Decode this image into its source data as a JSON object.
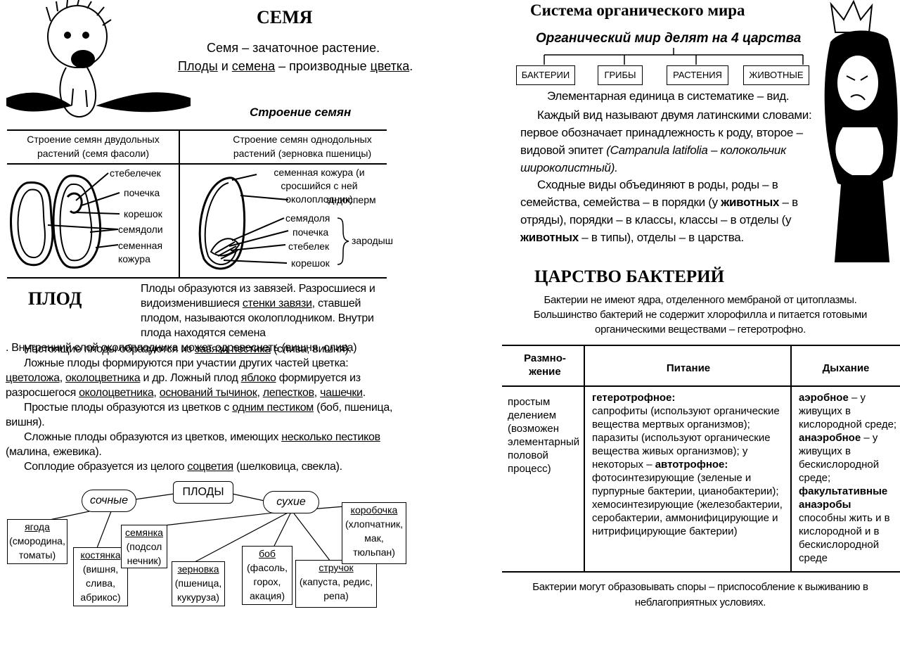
{
  "left": {
    "title": "СЕМЯ",
    "intro1": "Семя – зачаточное растение.",
    "intro2": {
      "fruits": "Плоды",
      "and": " и ",
      "seeds": "семена",
      "middle": " – производные ",
      "flower": "цветка",
      "end": "."
    },
    "structure_heading": "Строение семян",
    "col1_head": "Строение семян двудольных растений (семя фасоли)",
    "col2_head": "Строение семян однодольных растений (зерновка пшеницы)",
    "bean_labels": [
      "стебелечек",
      "почечка",
      "корешок",
      "семядоли",
      "семенная кожура"
    ],
    "wheat_labels": [
      "семенная кожура (и сросшийся с ней околоплодник)",
      "эндосперм",
      "семядоля",
      "почечка",
      "стебелек",
      "корешок"
    ],
    "embryo_label": "зародыш",
    "fruit_title": "ПЛОД",
    "p1": {
      "a": "Плоды ",
      "b": "образуются из",
      "c": "завязей",
      "d": ". Разросшиеся и видоизменившиеся ",
      "e": "стенки завязи",
      "f": ", ставшей плодом, называются ",
      "g": "околоплодником",
      "h": ". Внутри плода находятся семена",
      "i": ". Внутренний слой околоплодника может одревеснеть (вишня, слива)"
    },
    "p2": {
      "a": "Настоящие плоды ",
      "b": "образуются из ",
      "c": "завязи пестика",
      "d": " (слива, вишня)."
    },
    "p3": {
      "a": "Ложные плоды ",
      "b": "формируются при участии других частей цветка: ",
      "c": "цветоложа",
      "d": ", ",
      "e": "околоцветника",
      "f": " и др. Ложный плод ",
      "g": "яблоко",
      "h": " формируется из разросшегося ",
      "i": "околоцветника",
      "j": ", ",
      "k": "оснований тычинок",
      "l": ", ",
      "m": "лепестков",
      "n": ", ",
      "o": "чашечки",
      "p": "."
    },
    "p4": {
      "a": "Простые плоды ",
      "b": "образуются из цветков с ",
      "c": "одним пестиком",
      "d": " (боб, пшеница, вишня)."
    },
    "p5": {
      "a": "Сложные плоды ",
      "b": "образуются из цветков, имеющих ",
      "c": "несколько пестиков",
      "d": " (малина, ежевика)."
    },
    "p6": {
      "a": "Соплодие ",
      "b": "образуется из целого ",
      "c": "соцветия",
      "d": " (шелковица, свекла)."
    },
    "tree": {
      "root": "ПЛОДЫ",
      "juicy": "сочные",
      "dry": "сухие",
      "items": [
        {
          "name": "ягода",
          "desc": "(смородина, томаты)"
        },
        {
          "name": "костянка",
          "desc": "(вишня, слива, абрикос)"
        },
        {
          "name": "семянка",
          "desc": "(подсол нечник)"
        },
        {
          "name": "зерновка",
          "desc": "(пшеница, кукуруза)"
        },
        {
          "name": "боб",
          "desc": "(фасоль, горох, акация)"
        },
        {
          "name": "стручок",
          "desc": "(капуста, редис, репа)"
        },
        {
          "name": "коробочка",
          "desc": "(хлопчатник, мак, тюльпан)"
        }
      ]
    }
  },
  "right": {
    "title": "Система органического мира",
    "subtitle": "Органический мир делят на 4 царства",
    "kingdoms": [
      "БАКТЕРИИ",
      "ГРИБЫ",
      "РАСТЕНИЯ",
      "ЖИВОТНЫЕ"
    ],
    "para1": "Элементарная единица в систематике – вид.",
    "para2a": "Каждый вид называют двумя латинскими словами: первое обозначает принадлежность к роду, второе – видовой эпитет ",
    "para2b": "(Campanula latifolia – колокольчик широколистный).",
    "para3a": "Сходные виды объединяют в роды, роды – в семейства, семейства – в порядки (у ",
    "para3b": "животных",
    "para3c": " – в отряды), порядки – в классы, классы – в отделы (у ",
    "para3d": "животных",
    "para3e": " – в типы), отделы – в царства.",
    "bact_title": "ЦАРСТВО БАКТЕРИЙ",
    "bact_intro": "Бактерии не имеют ядра, отделенного мембраной от цитоплазмы. Большинство бактерий не содержит хлорофилла и питается готовыми органическими веществами – гетеротрофно.",
    "table": {
      "headers": [
        "Размно-жение",
        "Питание",
        "Дыхание"
      ],
      "repro": "простым делением (возможен элементарный половой процесс)",
      "nutr_h1": "гетеротрофное:",
      "nutr1": "сапрофиты (используют органические вещества мертвых организмов); паразиты (используют органические вещества живых организмов); у некоторых – ",
      "nutr_h2": "автотрофное:",
      "nutr2": "фотосинтезирующие (зеленые и пурпурные бактерии, цианобактерии); хемосинтезирующие (железобактерии, серобактерии, аммонифицирующие и нитрифицирующие бактерии)",
      "resp_h1": "аэробное",
      "resp1": " – у живущих в кислородной среде;",
      "resp_h2": "анаэробное",
      "resp2": " – у живущих в бескислородной среде;",
      "resp_h3": "факультативные анаэробы",
      "resp3": " способны жить и в кислородной и в бескислородной среде"
    },
    "spores": "Бактерии могут образовывать споры – приспособление к выживанию в неблагоприятных условиях."
  }
}
